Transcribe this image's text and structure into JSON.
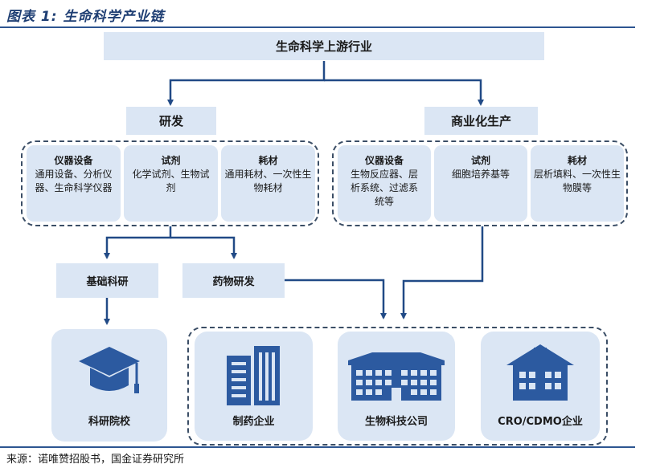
{
  "figure_title": "图表 1:  生命科学产业链",
  "top_node": "生命科学上游行业",
  "branches": {
    "rd": "研发",
    "commercial": "商业化生产"
  },
  "rd_cells": [
    {
      "title": "仪器设备",
      "body": "通用设备、分析仪器、生命科学仪器"
    },
    {
      "title": "试剂",
      "body": "化学试剂、生物试剂"
    },
    {
      "title": "耗材",
      "body": "通用耗材、一次性生物耗材"
    }
  ],
  "commercial_cells": [
    {
      "title": "仪器设备",
      "body": "生物反应器、层析系统、过滤系统等"
    },
    {
      "title": "试剂",
      "body": "细胞培养基等"
    },
    {
      "title": "耗材",
      "body": "层析填料、一次性生物膜等"
    }
  ],
  "research": {
    "basic": "基础科研",
    "drug": "药物研发"
  },
  "customers": {
    "institutes": "科研院校",
    "pharma": "制药企业",
    "biotech": "生物科技公司",
    "cro": "CRO/CDMO企业"
  },
  "icons": {
    "institutes": "graduation-cap-icon",
    "pharma": "office-building-icon",
    "biotech": "factory-building-icon",
    "cro": "house-icon"
  },
  "colors": {
    "title": "#1e3e73",
    "rule": "#2d5591",
    "box_fill": "#dbe6f4",
    "arrow": "#214a86",
    "icon": "#2c5aa0"
  },
  "source": "来源：诺唯赞招股书，国金证券研究所"
}
